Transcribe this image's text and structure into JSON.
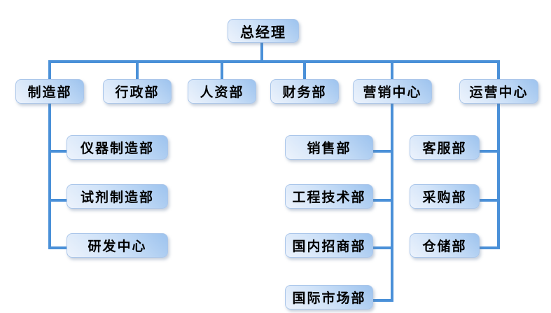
{
  "org_chart": {
    "root": "总经理",
    "level2": [
      "制造部",
      "行政部",
      "人资部",
      "财务部",
      "营销中心",
      "运营中心"
    ],
    "manufacturing_children": [
      "仪器制造部",
      "试剂制造部",
      "研发中心"
    ],
    "marketing_children": [
      "销售部",
      "工程技术部",
      "国内招商部",
      "国际市场部"
    ],
    "operations_children": [
      "客服部",
      "采购部",
      "仓储部"
    ],
    "colors": {
      "connector": "#4a90d8",
      "box_gradient_light": "#edf3fc",
      "box_gradient_dark": "#9dc3ee",
      "box_border": "#aac6ea",
      "text": "#000000",
      "background": "#ffffff"
    }
  }
}
